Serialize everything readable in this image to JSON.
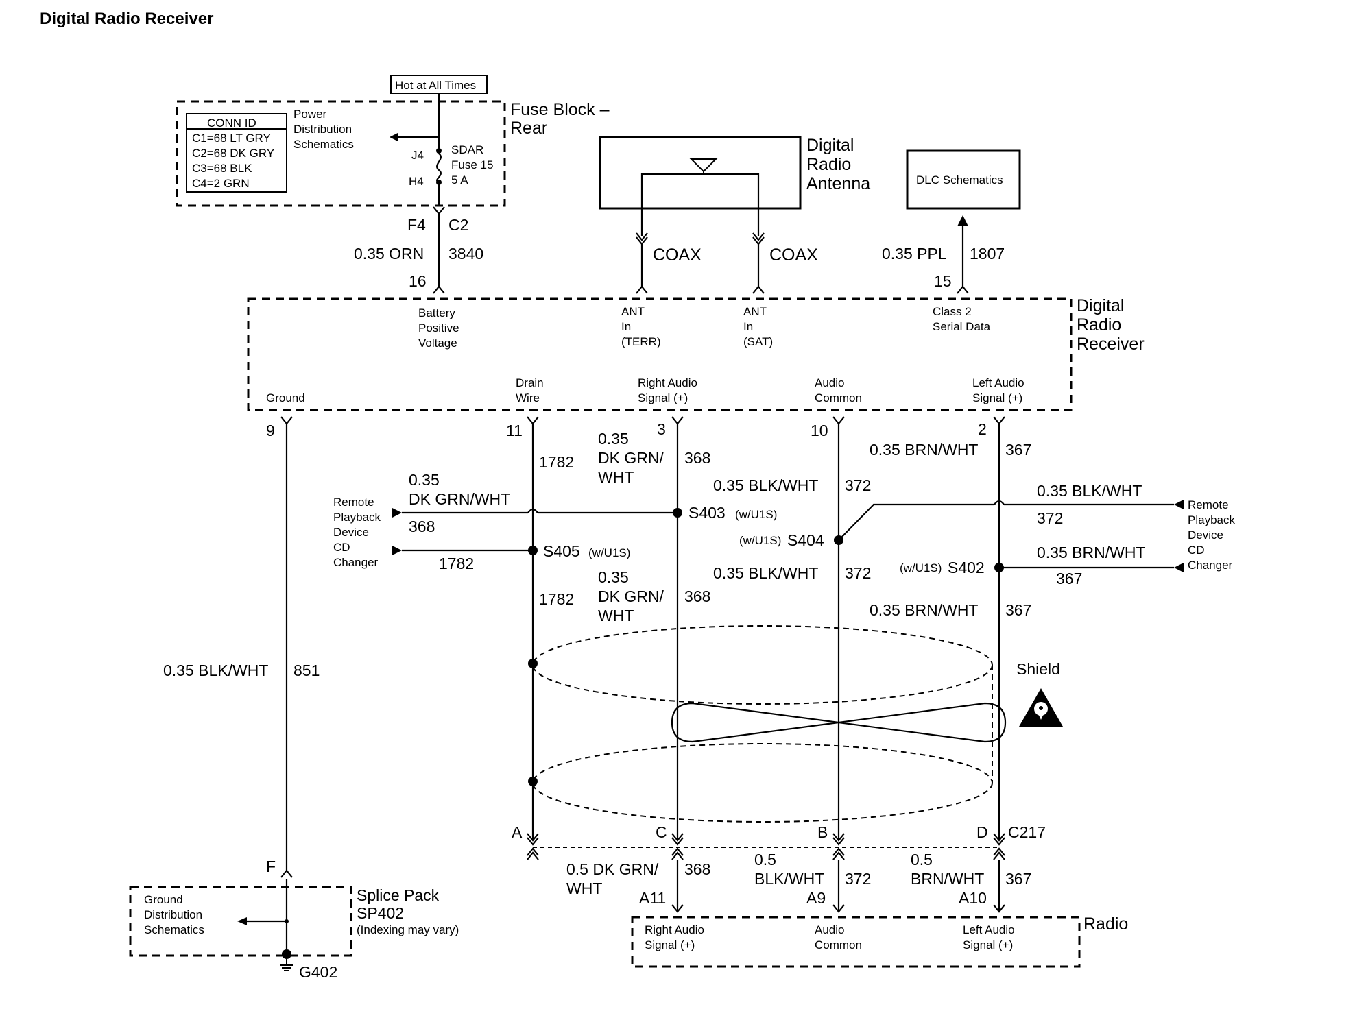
{
  "title": "Digital Radio Receiver",
  "hot_label": "Hot at All Times",
  "fuse_block": {
    "name_line1": "Fuse Block –",
    "name_line2": "Rear",
    "conn_id_header": "CONN ID",
    "conn_ids": [
      "C1=68 LT GRY",
      "C2=68 DK GRY",
      "C3=68 BLK",
      "C4=2 GRN"
    ],
    "power_dist": [
      "Power",
      "Distribution",
      "Schematics"
    ],
    "fuse_name": [
      "SDAR",
      "Fuse 15",
      "5 A"
    ],
    "pin_in": "J4",
    "pin_out": "H4"
  },
  "antenna": {
    "name": [
      "Digital",
      "Radio",
      "Antenna"
    ],
    "coax_label": "COAX"
  },
  "dlc": {
    "name": "DLC Schematics"
  },
  "power_wire": {
    "pin_top": "F4",
    "connector": "C2",
    "gauge_color": "0.35 ORN",
    "circuit": "3840",
    "pin_bottom": "16"
  },
  "serial_wire": {
    "gauge_color": "0.35 PPL",
    "circuit": "1807",
    "pin": "15"
  },
  "receiver": {
    "name": [
      "Digital",
      "Radio",
      "Receiver"
    ],
    "top_labels": {
      "battery": [
        "Battery",
        "Positive",
        "Voltage"
      ],
      "ant_terr": [
        "ANT",
        "In",
        "(TERR)"
      ],
      "ant_sat": [
        "ANT",
        "In",
        "(SAT)"
      ],
      "class2": [
        "Class 2",
        "Serial Data"
      ]
    },
    "bottom_labels": {
      "ground": "Ground",
      "drain": [
        "Drain",
        "Wire"
      ],
      "right_audio": [
        "Right Audio",
        "Signal (+)"
      ],
      "audio_common": [
        "Audio",
        "Common"
      ],
      "left_audio": [
        "Left Audio",
        "Signal (+)"
      ]
    },
    "pins": {
      "ground": "9",
      "drain": "11",
      "right": "3",
      "common": "10",
      "left": "2"
    }
  },
  "wires": {
    "ground": {
      "gauge_color": "0.35 BLK/WHT",
      "circuit": "851"
    },
    "drain": {
      "circuit": "1782"
    },
    "right": {
      "gauge": "0.35",
      "color1": "DK GRN/",
      "color2": "WHT",
      "circuit": "368"
    },
    "common": {
      "gauge_color": "0.35 BLK/WHT",
      "circuit": "372"
    },
    "left": {
      "gauge_color": "0.35 BRN/WHT",
      "circuit": "367"
    },
    "rp_368": {
      "gauge": "0.35",
      "color": "DK GRN/WHT",
      "circuit": "368"
    },
    "rp_1782": {
      "circuit": "1782"
    },
    "rp_372": {
      "gauge_color": "0.35 BLK/WHT",
      "circuit": "372"
    },
    "rp_367": {
      "gauge_color": "0.35 BRN/WHT",
      "circuit": "367"
    },
    "radio_right": {
      "gauge_color1": "0.5 DK GRN/",
      "gauge_color2": "WHT",
      "circuit": "368"
    },
    "radio_common": {
      "gauge": "0.5",
      "color": "BLK/WHT",
      "circuit": "372"
    },
    "radio_left": {
      "gauge": "0.5",
      "color": "BRN/WHT",
      "circuit": "367"
    }
  },
  "remote_device": [
    "Remote",
    "Playback",
    "Device",
    "CD",
    "Changer"
  ],
  "splices": {
    "s403": "S403",
    "s403_note": "(w/U1S)",
    "s405": "S405",
    "s405_note": "(w/U1S)",
    "s404": "S404",
    "s404_note": "(w/U1S)",
    "s402": "S402",
    "s402_note": "(w/U1S)"
  },
  "shield_label": "Shield",
  "c217": {
    "name": "C217",
    "pins": [
      "A",
      "C",
      "B",
      "D"
    ]
  },
  "splice_pack": {
    "pin": "F",
    "name": [
      "Splice Pack",
      "SP402"
    ],
    "note": "(Indexing may vary)",
    "ground_dist": [
      "Ground",
      "Distribution",
      "Schematics"
    ],
    "ground": "G402"
  },
  "radio": {
    "name": "Radio",
    "pins": [
      "A11",
      "A9",
      "A10"
    ],
    "labels": {
      "right": [
        "Right Audio",
        "Signal (+)"
      ],
      "common": [
        "Audio",
        "Common"
      ],
      "left": [
        "Left Audio",
        "Signal (+)"
      ]
    }
  }
}
